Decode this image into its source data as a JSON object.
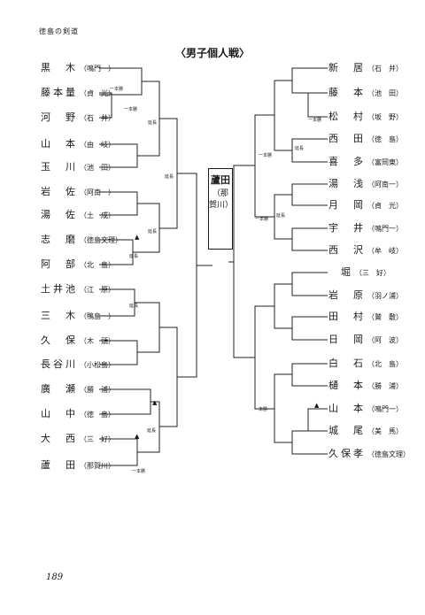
{
  "header": "徳島の剣道",
  "title": "〈男子個人戦〉",
  "page_number": "189",
  "champion": {
    "name": "蘆田",
    "team": "（那賀川）"
  },
  "left_players": [
    {
      "name": "黒　木",
      "team": "（鳴門一）"
    },
    {
      "name": "藤本量",
      "team": "（貞　光）"
    },
    {
      "name": "河　野",
      "team": "（石　井）"
    },
    {
      "name": "山　本",
      "team": "（由　岐）"
    },
    {
      "name": "玉　川",
      "team": "（池　田）"
    },
    {
      "name": "岩　佐",
      "team": "（阿南一）"
    },
    {
      "name": "湯　佐",
      "team": "（土　成）"
    },
    {
      "name": "志　磨",
      "team": "（徳島文理）"
    },
    {
      "name": "阿　部",
      "team": "（北　島）"
    },
    {
      "name": "土井池",
      "team": "（江　原）"
    },
    {
      "name": "三　木",
      "team": "（鴨島一）"
    },
    {
      "name": "久　保",
      "team": "（木　頭）"
    },
    {
      "name": "長谷川",
      "team": "（小松島）"
    },
    {
      "name": "廣　瀬",
      "team": "（勝　浦）"
    },
    {
      "name": "山　中",
      "team": "（徳　島）"
    },
    {
      "name": "大　西",
      "team": "（三　好）"
    },
    {
      "name": "蘆　田",
      "team": "（那賀川）"
    }
  ],
  "right_players": [
    {
      "name": "新　居",
      "team": "（石　井）"
    },
    {
      "name": "藤　本",
      "team": "（池　田）"
    },
    {
      "name": "松　村",
      "team": "（坂　野）"
    },
    {
      "name": "西　田",
      "team": "（徳　島）"
    },
    {
      "name": "喜　多",
      "team": "（富岡東）"
    },
    {
      "name": "湯　浅",
      "team": "（阿南一）"
    },
    {
      "name": "月　岡",
      "team": "（貞　光）"
    },
    {
      "name": "宇　井",
      "team": "（鳴門一）"
    },
    {
      "name": "西　沢",
      "team": "（牟　岐）"
    },
    {
      "name": "　堀",
      "team": "（三　好）"
    },
    {
      "name": "岩　原",
      "team": "（羽ノ浦）"
    },
    {
      "name": "田　村",
      "team": "（鷲　敷）"
    },
    {
      "name": "日　岡",
      "team": "（阿　波）"
    },
    {
      "name": "白　石",
      "team": "（北　島）"
    },
    {
      "name": "樋　本",
      "team": "（勝　浦）"
    },
    {
      "name": "山　本",
      "team": "（鳴門一）"
    },
    {
      "name": "城　尾",
      "team": "（美　馬）"
    },
    {
      "name": "久保孝",
      "team": "（徳島文理）"
    }
  ],
  "notes": {
    "ippon_gachi": "一本勝",
    "encho": "延長"
  }
}
